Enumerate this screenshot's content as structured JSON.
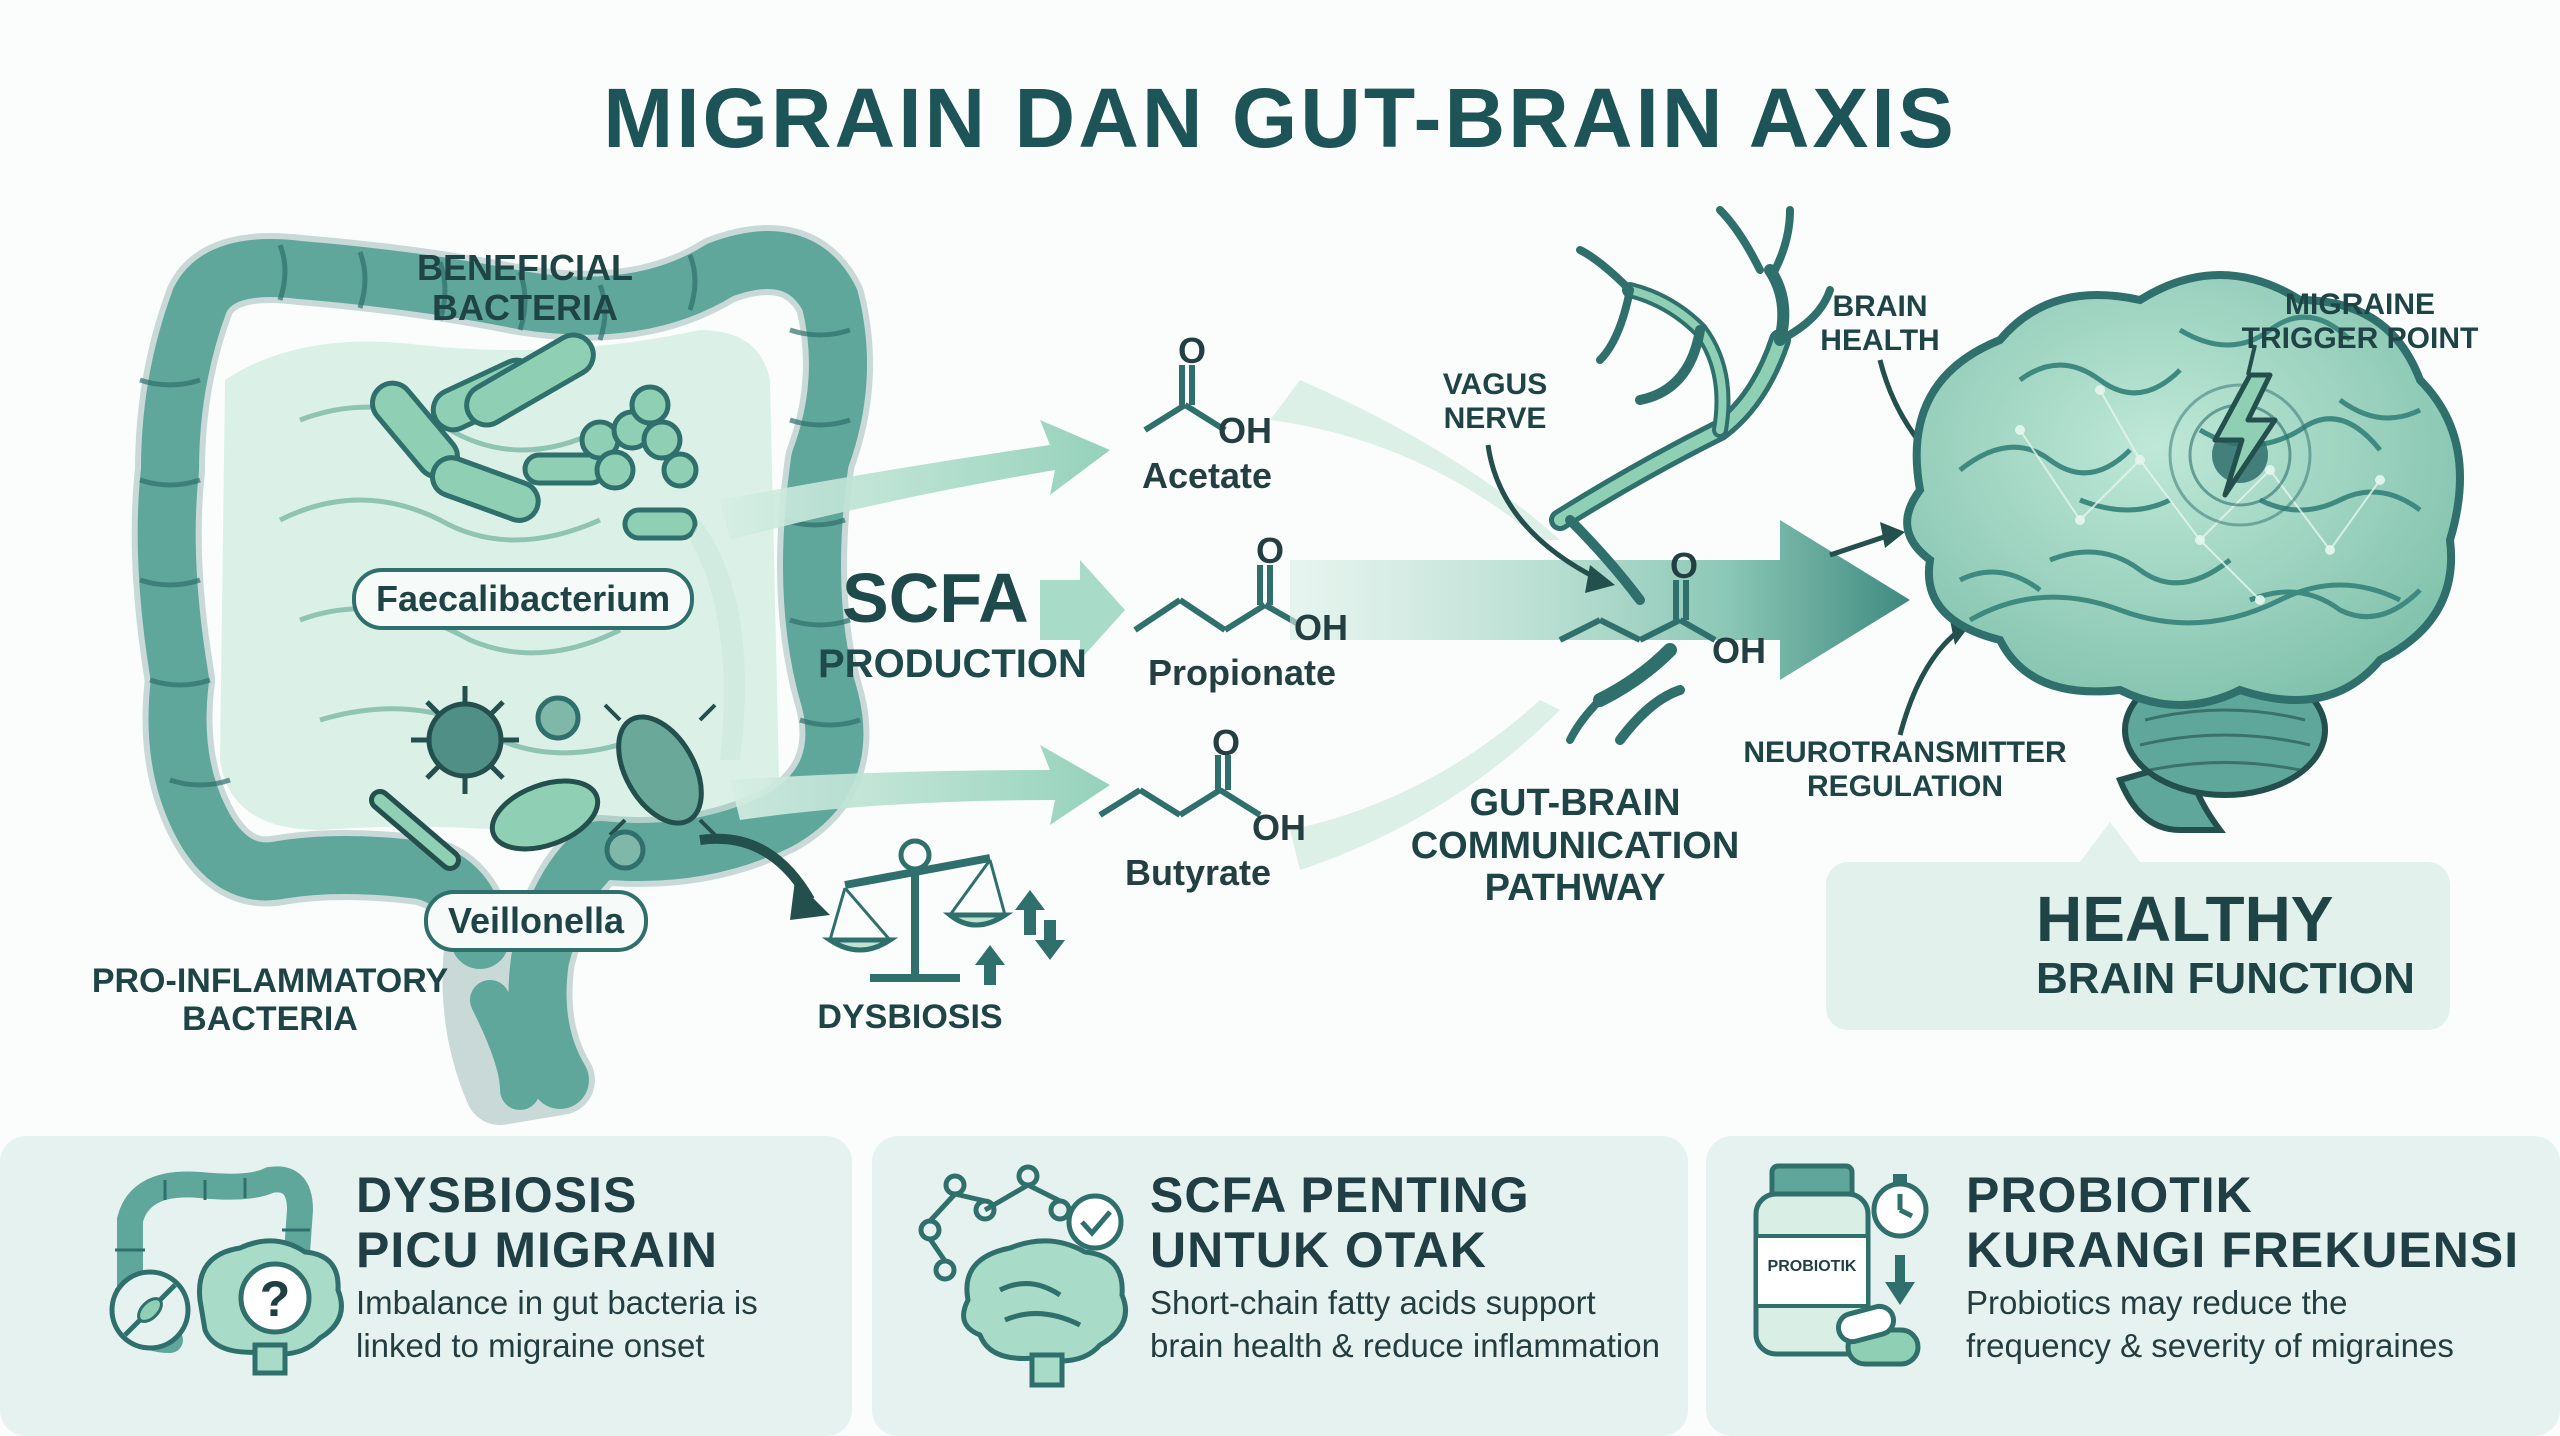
{
  "title": "MIGRAIN DAN GUT-BRAIN AXIS",
  "gut": {
    "beneficial_label": "BENEFICIAL\nBACTERIA",
    "faecalibacterium": "Faecalibacterium",
    "veillonella": "Veillonella",
    "proinflammatory_label": "PRO-INFLAMMATORY\nBACTERIA",
    "dysbiosis": "DYSBIOSIS"
  },
  "scfa": {
    "title": "SCFA",
    "subtitle": "PRODUCTION",
    "acetate": "Acetate",
    "propionate": "Propionate",
    "butyrate": "Butyrate",
    "oh": "OH",
    "o": "O"
  },
  "pathway": {
    "vagus": "VAGUS\nNERVE",
    "communication": "GUT-BRAIN\nCOMMUNICATION\nPATHWAY"
  },
  "brain": {
    "health": "BRAIN\nHEALTH",
    "trigger": "MIGRAINE\nTRIGGER POINT",
    "neuro": "NEUROTRANSMITTER\nREGULATION",
    "healthy_title": "HEALTHY",
    "healthy_sub": "BRAIN FUNCTION"
  },
  "cards": [
    {
      "title": "DYSBIOSIS\nPICU MIGRAIN",
      "text": "Imbalance in gut bacteria is\nlinked to migraine onset"
    },
    {
      "title": "SCFA PENTING\nUNTUK OTAK",
      "text": "Short-chain fatty acids support\nbrain health & reduce inflammation"
    },
    {
      "title": "PROBIOTIK\nKURANGI FREKUENSI",
      "text": "Probiotics may reduce the\nfrequency & severity of migraines",
      "bottle_label": "PROBIOTIK"
    }
  ],
  "colors": {
    "teal_dark": "#2f6f6c",
    "teal": "#5fa79b",
    "mint": "#a9dcc8",
    "mint_light": "#d9efe6",
    "title": "#1c5457"
  }
}
